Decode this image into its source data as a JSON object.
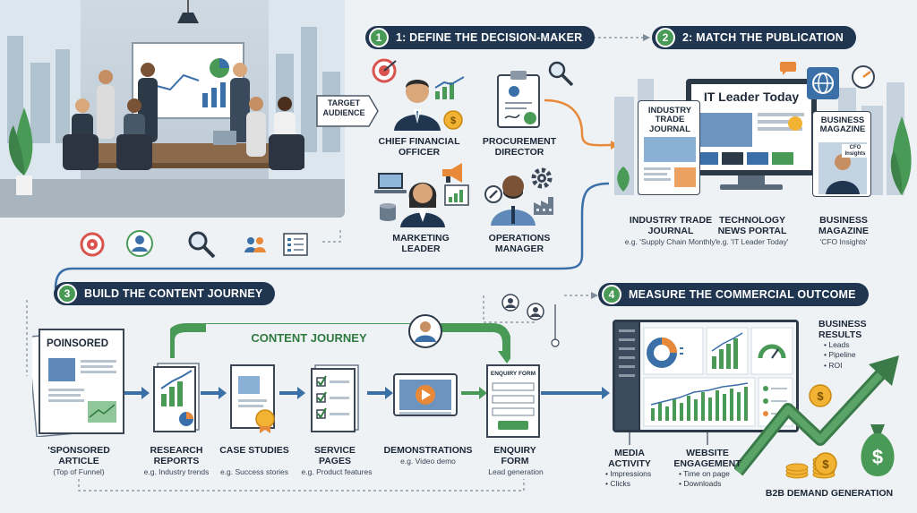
{
  "steps": [
    {
      "num": "1",
      "label": "1: DEFINE THE DECISION-MAKER"
    },
    {
      "num": "2",
      "label": "2: MATCH THE PUBLICATION"
    },
    {
      "num": "3",
      "label": "BUILD THE CONTENT JOURNEY"
    },
    {
      "num": "4",
      "label": "MEASURE THE COMMERCIAL OUTCOME"
    }
  ],
  "target_audience": "TARGET AUDIENCE",
  "roles": [
    {
      "label": "CHIEF FINANCIAL OFFICER"
    },
    {
      "label": "PROCUREMENT DIRECTOR"
    },
    {
      "label": "MARKETING LEADER"
    },
    {
      "label": "OPERATIONS MANAGER"
    }
  ],
  "publications": {
    "journal_cover": "INDUSTRY TRADE JOURNAL",
    "portal_title": "IT Leader Today",
    "magazine_cover": "BUSINESS MAGAZINE",
    "magazine_badge": "CFO Insights",
    "items": [
      {
        "label": "INDUSTRY TRADE JOURNAL",
        "example": "e.g. 'Supply Chain Monthly'"
      },
      {
        "label": "TECHNOLOGY NEWS PORTAL",
        "example": "e.g. 'IT Leader Today'"
      },
      {
        "label": "BUSINESS MAGAZINE",
        "example": "'CFO Insights'"
      }
    ]
  },
  "journey": {
    "banner": "CONTENT JOURNEY",
    "article_cover": "POINSORED",
    "enquiry_form_title": "ENQUIRY FORM",
    "items": [
      {
        "label": "'SPONSORED ARTICLE",
        "example": "(Top of Funnel)"
      },
      {
        "label": "RESEARCH REPORTS",
        "example": "e.g. Industry trends"
      },
      {
        "label": "CASE STUDIES",
        "example": "e.g. Success stories"
      },
      {
        "label": "SERVICE PAGES",
        "example": "e.g. Product features"
      },
      {
        "label": "DEMONSTRATIONS",
        "example": "e.g. Video demo"
      },
      {
        "label": "ENQUIRY FORM",
        "example": "Lead generation"
      }
    ]
  },
  "outcome": {
    "media": {
      "label": "MEDIA ACTIVITY",
      "bullets": [
        "• Impressions",
        "• Clicks"
      ]
    },
    "website": {
      "label": "WEBSITE ENGAGEMENT",
      "bullets": [
        "• Time on page",
        "• Downloads"
      ]
    },
    "results": {
      "label": "BUSINESS RESULTS",
      "bullets": [
        "• Leads",
        "• Pipeline",
        "• ROI"
      ]
    },
    "footer": "B2B DEMAND GENERATION"
  },
  "colors": {
    "navy": "#1f3550",
    "green": "#4a9a57",
    "orange": "#e8893a",
    "blue": "#3b6fa8"
  }
}
